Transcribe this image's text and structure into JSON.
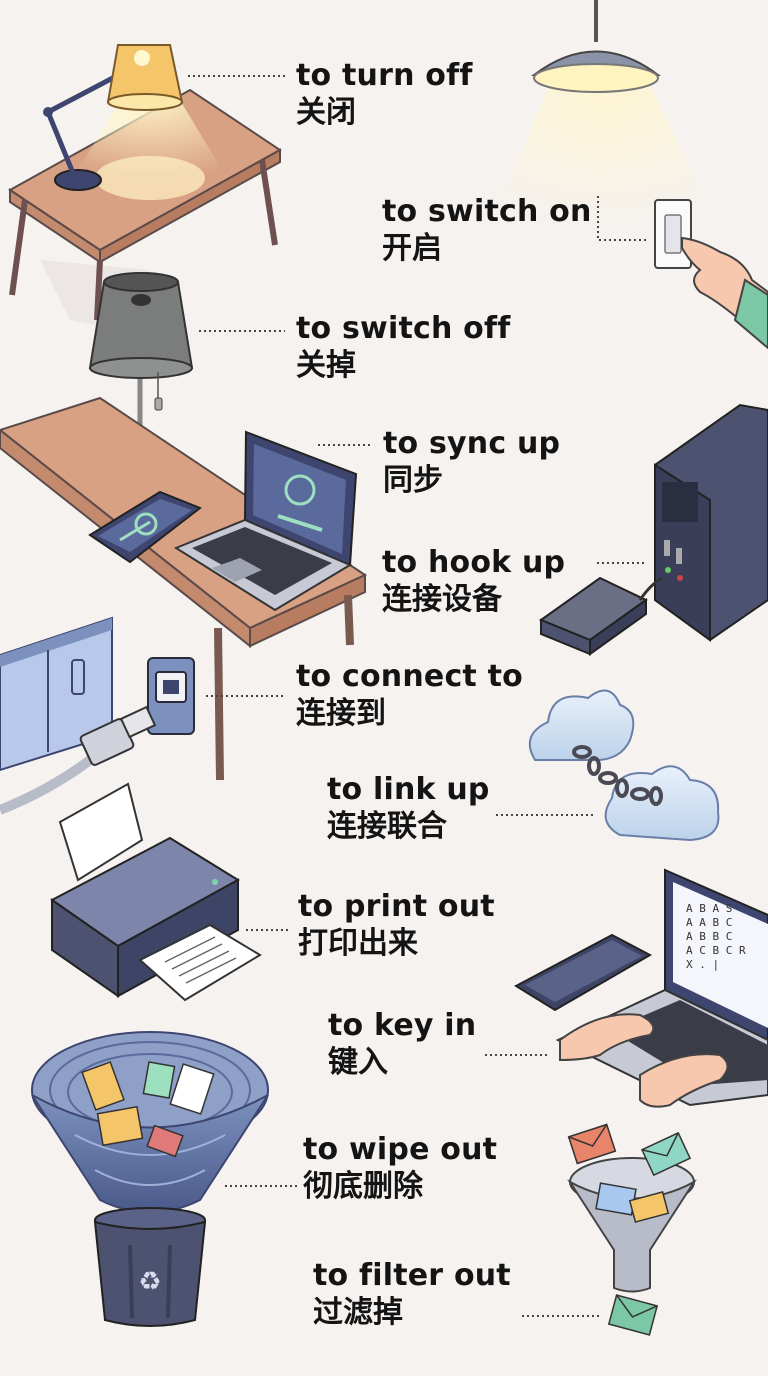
{
  "phrases": [
    {
      "en": "to turn off",
      "zh": "关闭"
    },
    {
      "en": "to switch on",
      "zh": "开启"
    },
    {
      "en": "to switch off",
      "zh": "关掉"
    },
    {
      "en": "to sync up",
      "zh": "同步"
    },
    {
      "en": "to hook up",
      "zh": "连接设备"
    },
    {
      "en": "to connect to",
      "zh": "连接到"
    },
    {
      "en": "to link up",
      "zh": "连接联合"
    },
    {
      "en": "to print out",
      "zh": "打印出来"
    },
    {
      "en": "to key in",
      "zh": "键入"
    },
    {
      "en": "to wipe out",
      "zh": "彻底删除"
    },
    {
      "en": "to filter out",
      "zh": "过滤掉"
    }
  ],
  "screen_text": {
    "computer_lines": [
      "A  B  A  S",
      "A  A  B  C",
      "A  B  B  C",
      "A  C  B  C  R",
      "X  .  |"
    ]
  },
  "colors": {
    "background": "#f5f2f0",
    "text": "#141414",
    "desk": "#d9a184",
    "lamp_glow": "#fbe7a8",
    "screen_blue": "#5a6a9c",
    "cloud": "#d8e6f4"
  }
}
